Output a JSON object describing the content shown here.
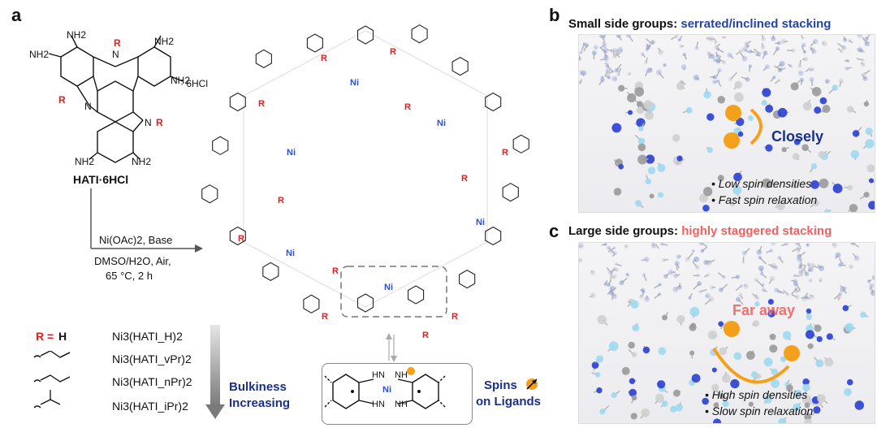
{
  "panel_a": {
    "letter": "a",
    "monomer": {
      "nh2": "NH2",
      "r": "R",
      "n": "N",
      "salt": "· 6HCl",
      "name": "HATI·6HCl"
    },
    "reaction": {
      "reagents": "Ni(OAc)2, Base",
      "conditions_line1": "DMSO/H2O, Air,",
      "conditions_line2": "65 °C, 2 h"
    },
    "substituents": [
      {
        "r": "R =",
        "group": "H",
        "product": "Ni3(HATI_H)2"
      },
      {
        "r": "",
        "group": "vinyl",
        "product": "Ni3(HATI_vPr)2"
      },
      {
        "r": "",
        "group": "propyl",
        "product": "Ni3(HATI_nPr)2"
      },
      {
        "r": "",
        "group": "isopropyl",
        "product": "Ni3(HATI_iPr)2"
      }
    ],
    "bulkiness_line1": "Bulkiness",
    "bulkiness_line2": "Increasing",
    "framework": {
      "ni": "Ni",
      "nh": "NH",
      "hn": "HN",
      "n": "N",
      "r": "R"
    },
    "inset": {
      "ni": "Ni",
      "hn": "HN",
      "nh": "NH"
    },
    "spins_line1": "Spins",
    "spins_line2": "on Ligands"
  },
  "panel_b": {
    "letter": "b",
    "heading_prefix": "Small side groups: ",
    "heading_highlight": "serrated/inclined stacking",
    "callout": "Closely",
    "bullets": [
      "Low spin densities",
      "Fast spin relaxation"
    ]
  },
  "panel_c": {
    "letter": "c",
    "heading_prefix": "Large side groups: ",
    "heading_highlight": "highly staggered stacking",
    "callout": "Far away",
    "bullets": [
      "High spin densities",
      "Slow spin relaxation"
    ]
  },
  "colors": {
    "red": "#e02020",
    "navy": "#1a2f8a",
    "orange": "#f5a01a",
    "salmon": "#f07070",
    "ni_blue": "#2a4fd8"
  }
}
